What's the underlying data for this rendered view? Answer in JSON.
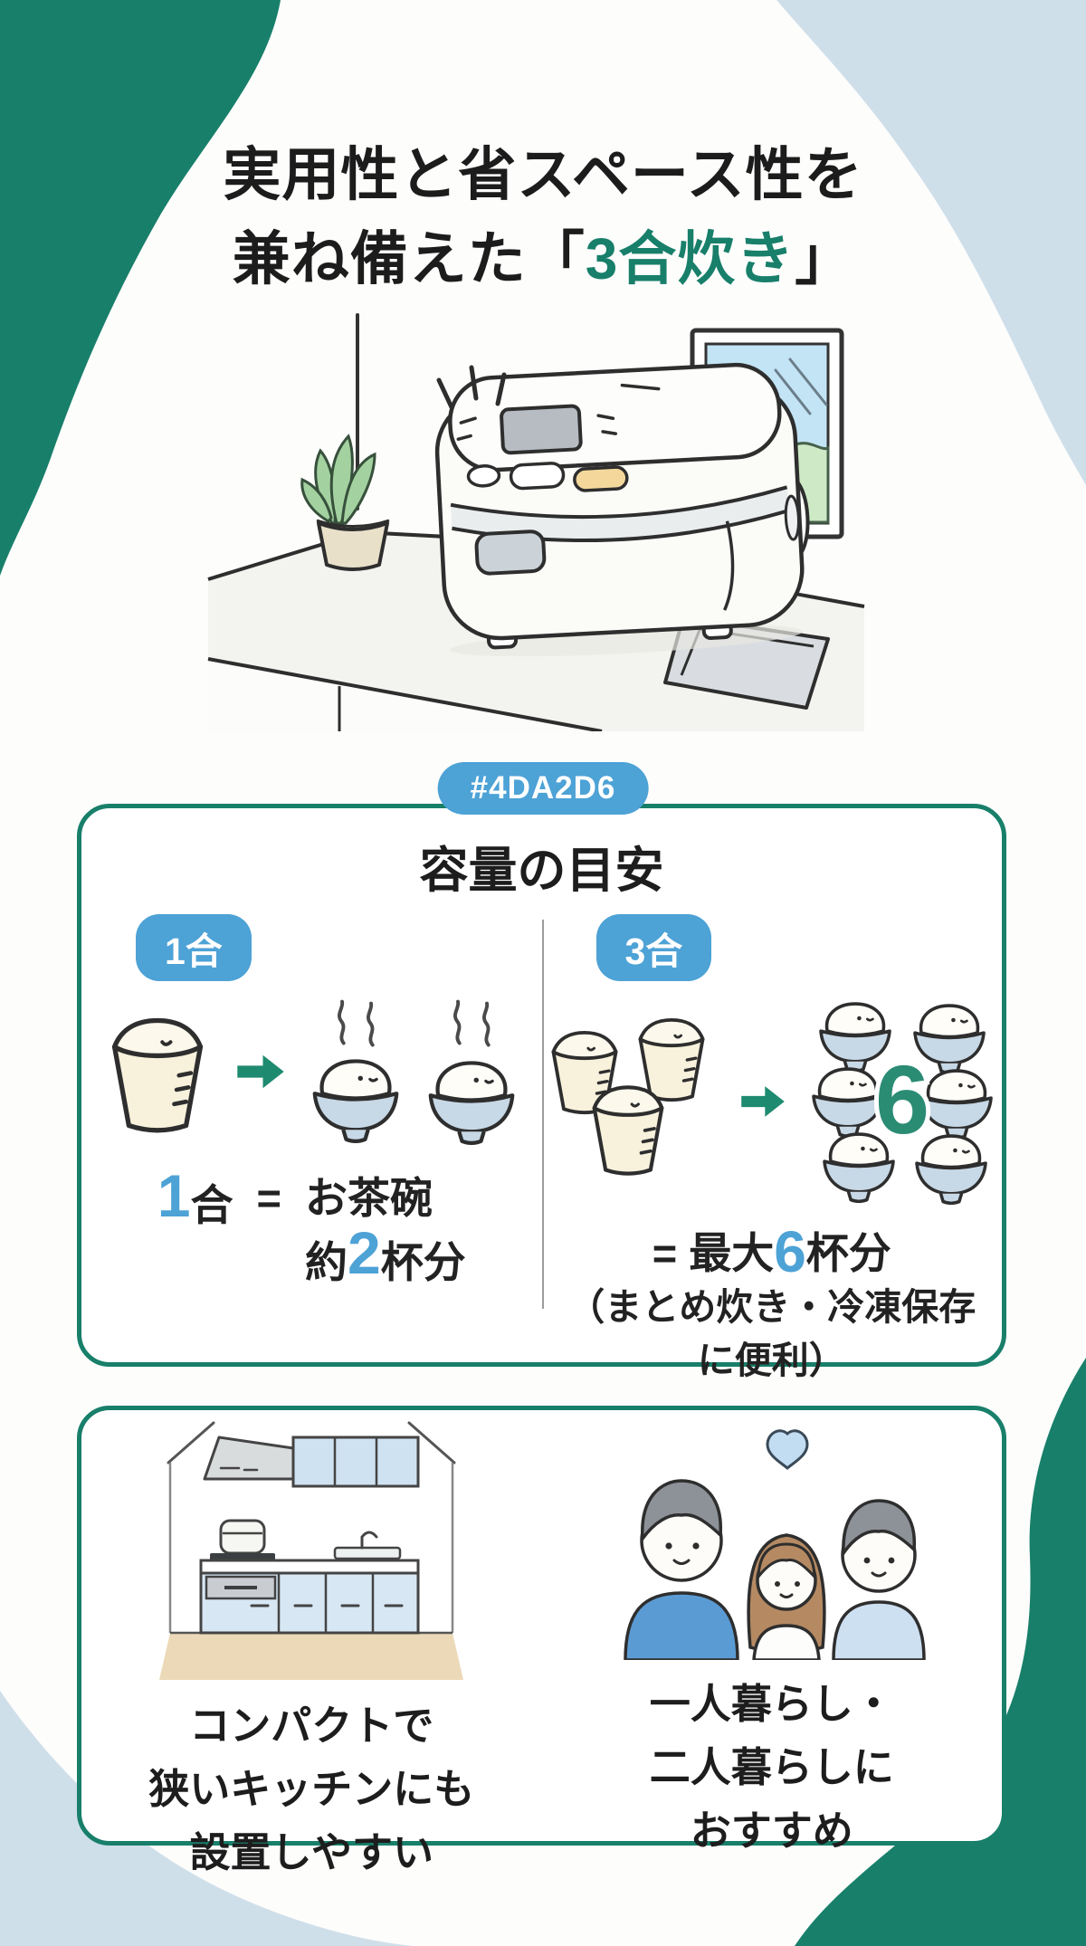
{
  "header": {
    "title_line1": "実用性と省スペース性を",
    "title_line2_pre": "兼ね備えた「",
    "title_line2_highlight": "3合炊き",
    "title_line2_post": "」"
  },
  "capacity": {
    "badge_label": "#4DA2D6",
    "heading": "容量の目安",
    "left": {
      "pill": "1合",
      "num1": "1",
      "unit1": "合",
      "equals": "=",
      "line1": "お茶碗",
      "approx": "約",
      "num2": "2",
      "suffix2": "杯分"
    },
    "right": {
      "pill": "3合",
      "overlay_number": "6",
      "eq_pre": "= 最大",
      "eq_num": "6",
      "eq_post": "杯分",
      "note_line1": "（まとめ炊き・冷凍保存",
      "note_line2": "に便利）"
    }
  },
  "features": {
    "kitchen_caption": [
      "コンパクトで",
      "狭いキッチンにも",
      "設置しやすい"
    ],
    "household_caption": [
      "一人暮らし・",
      "二人暮らしに",
      "おすすめ"
    ]
  },
  "colors": {
    "teal_green": "#187F6A",
    "badge_blue": "#4DA2D6",
    "light_blue_blob": "#CFDFEA",
    "big_six_teal": "#2B8C74",
    "bowl_blue": "#C7D8E6",
    "cup_cream": "#F8F1DC"
  }
}
